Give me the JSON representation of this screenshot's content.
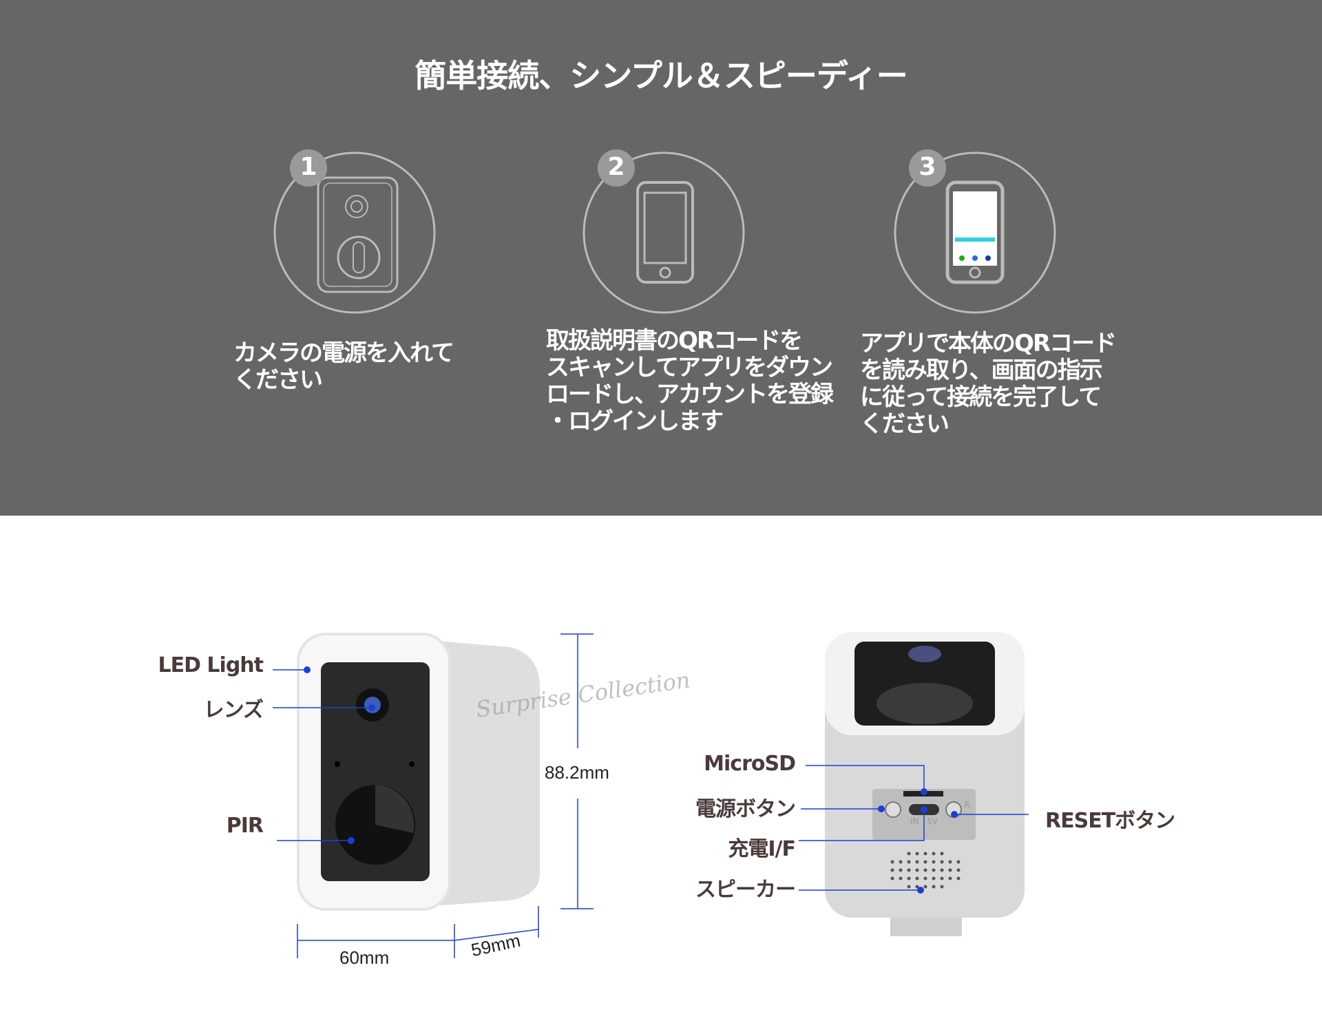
{
  "header": {
    "title": "簡単接続、シンプル＆スピーディー"
  },
  "steps": [
    {
      "number": "1",
      "icon": "camera-icon",
      "text": "カメラの電源を入れて\nください"
    },
    {
      "number": "2",
      "icon": "smartphone-icon",
      "text": "取扱説明書のQRコードを\nスキャンしてアプリをダウン\nロードし、アカウントを登録\n・ログインします"
    },
    {
      "number": "3",
      "icon": "smartphone-app-icon",
      "text": "アプリで本体のQRコード\nを読み取り、画面の指示\nに従って接続を完了して\nください"
    }
  ],
  "front_view": {
    "labels": {
      "led": "LED Light",
      "lens": "レンズ",
      "pir": "PIR"
    },
    "dims": {
      "height": "88.2mm",
      "width": "60mm",
      "depth": "59mm"
    }
  },
  "back_view": {
    "labels": {
      "microsd": "MicroSD",
      "power": "電源ボタン",
      "charge": "充電I/F",
      "speaker": "スピーカー",
      "reset": "RESETボタン"
    },
    "port_text": {
      "in": "IN",
      "v": "5V",
      "r": "R"
    }
  },
  "watermark": "Surprise Collection",
  "colors": {
    "band": "#666666",
    "leader": "#1a3fd6",
    "label": "#4a3a3a"
  }
}
